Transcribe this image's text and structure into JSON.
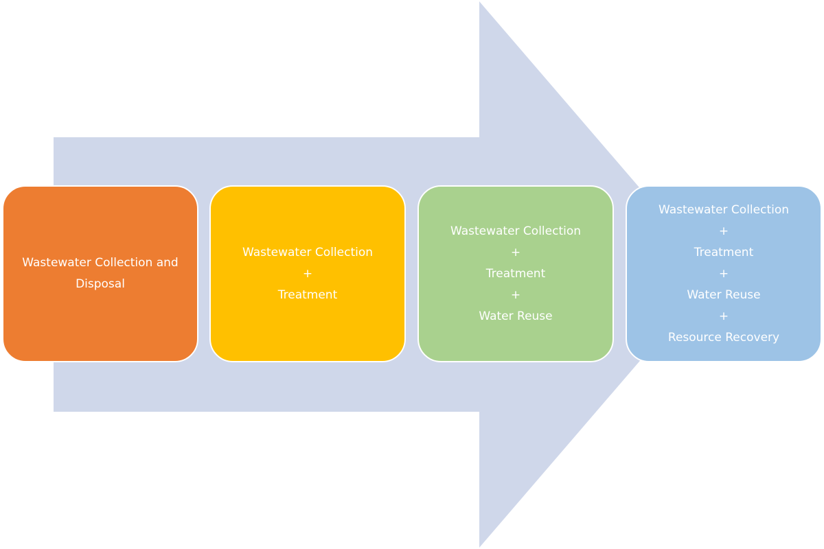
{
  "colors": {
    "arrow": "#CFD7EA",
    "stage_text": "#FFFFFF"
  },
  "stages": [
    {
      "color": "#ED7D31",
      "lines": [
        "Wastewater Collection and Disposal"
      ]
    },
    {
      "color": "#FFC000",
      "lines": [
        "Wastewater Collection",
        "+",
        "Treatment"
      ]
    },
    {
      "color": "#A9D18E",
      "lines": [
        "Wastewater Collection",
        "+",
        "Treatment",
        "+",
        "Water Reuse"
      ]
    },
    {
      "color": "#9DC3E6",
      "lines": [
        "Wastewater Collection",
        "+",
        "Treatment",
        "+",
        "Water Reuse",
        "+",
        "Resource Recovery"
      ]
    }
  ]
}
